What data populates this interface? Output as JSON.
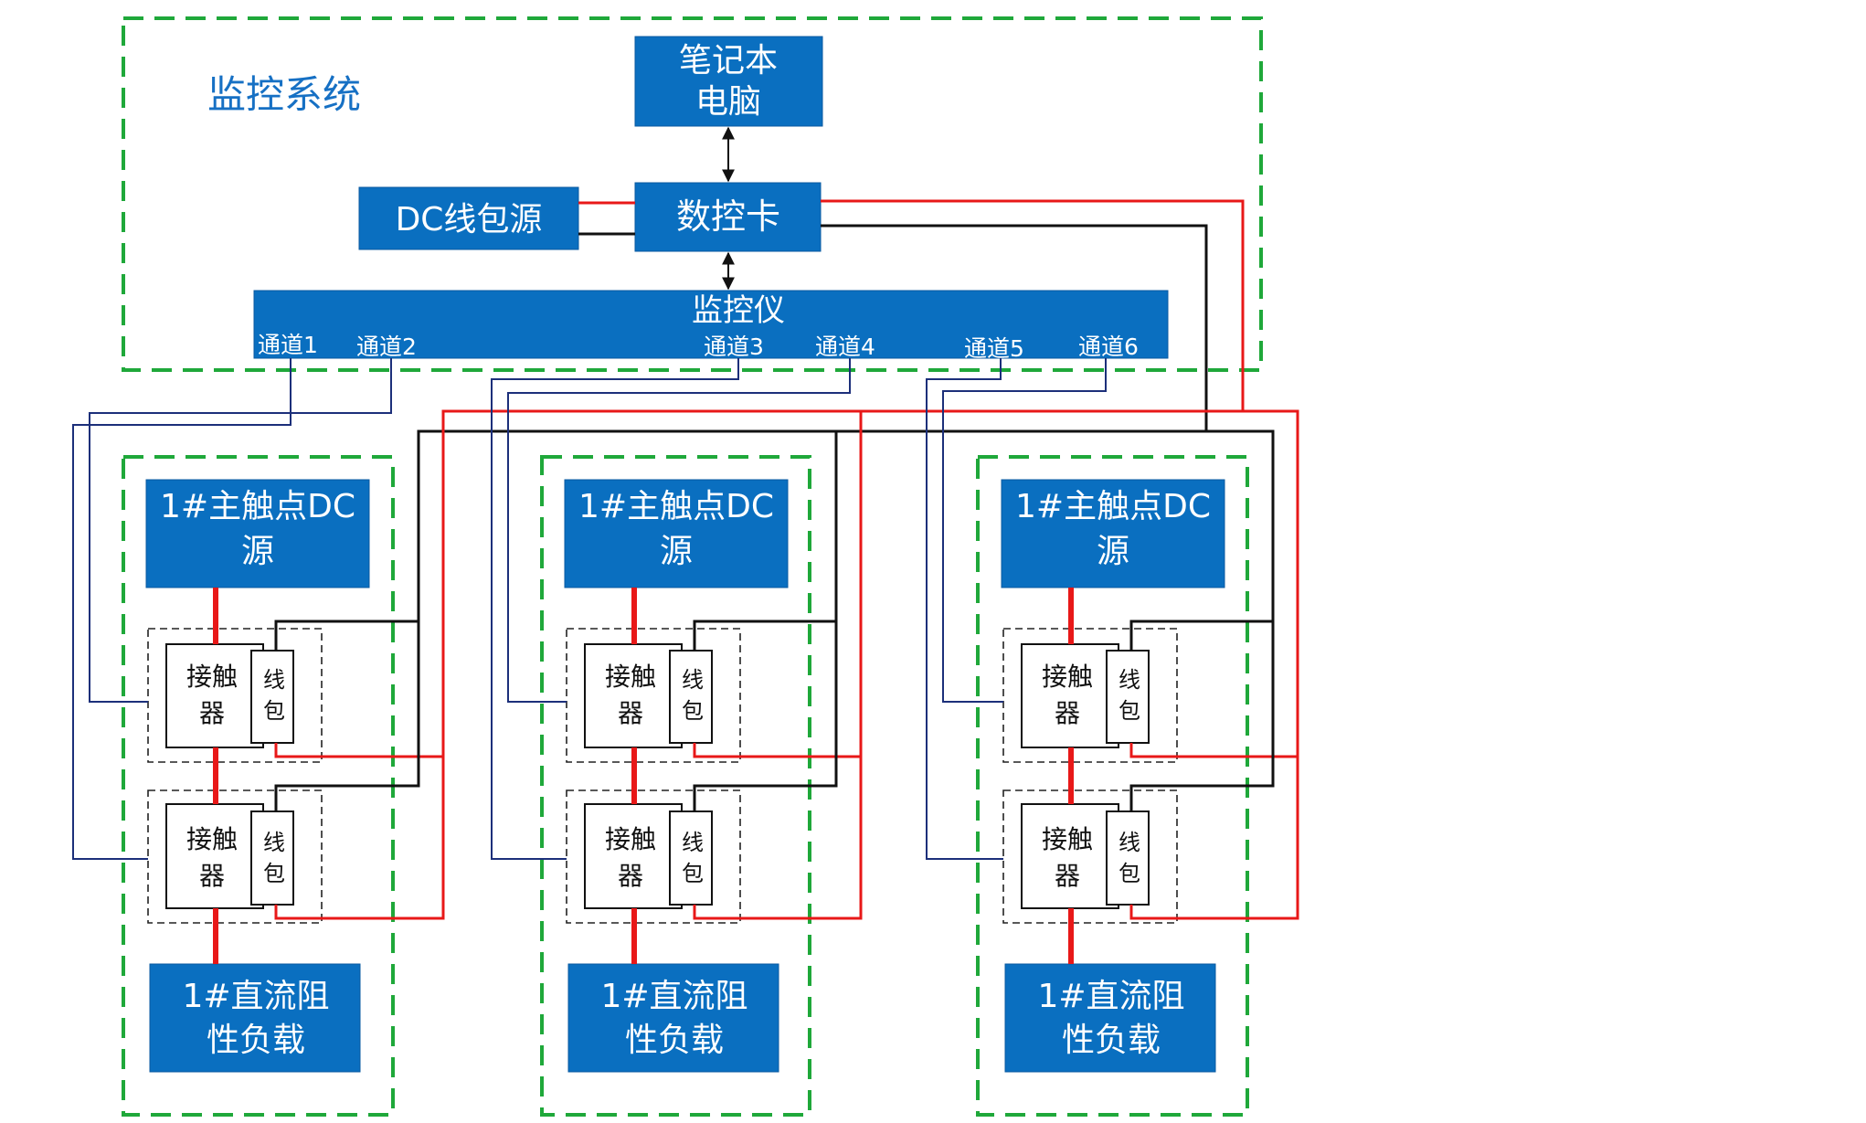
{
  "system_label": "监控系统",
  "laptop": {
    "line1": "笔记本",
    "line2": "电脑"
  },
  "dc_coil_source": "DC线包源",
  "daq_card": "数控卡",
  "monitor": {
    "title": "监控仪",
    "channels": [
      "通道1",
      "通道2",
      "通道3",
      "通道4",
      "通道5",
      "通道6"
    ]
  },
  "groups": [
    {
      "source": {
        "line1": "1#主触点DC",
        "line2": "源"
      },
      "contactor": {
        "line1": "接触",
        "line2": "器"
      },
      "coil": {
        "line1": "线",
        "line2": "包"
      },
      "load": {
        "line1": "1#直流阻",
        "line2": "性负载"
      }
    },
    {
      "source": {
        "line1": "1#主触点DC",
        "line2": "源"
      },
      "contactor": {
        "line1": "接触",
        "line2": "器"
      },
      "coil": {
        "line1": "线",
        "line2": "包"
      },
      "load": {
        "line1": "1#直流阻",
        "line2": "性负载"
      }
    },
    {
      "source": {
        "line1": "1#主触点DC",
        "line2": "源"
      },
      "contactor": {
        "line1": "接触",
        "line2": "器"
      },
      "coil": {
        "line1": "线",
        "line2": "包"
      },
      "load": {
        "line1": "1#直流阻",
        "line2": "性负载"
      }
    }
  ],
  "colors": {
    "box_blue": "#0a6fc0",
    "frame_green": "#1fa83a",
    "wire_red": "#e81818",
    "wire_black": "#111111",
    "wire_navy": "#1c2f7a",
    "label_blue": "#1670c4"
  }
}
